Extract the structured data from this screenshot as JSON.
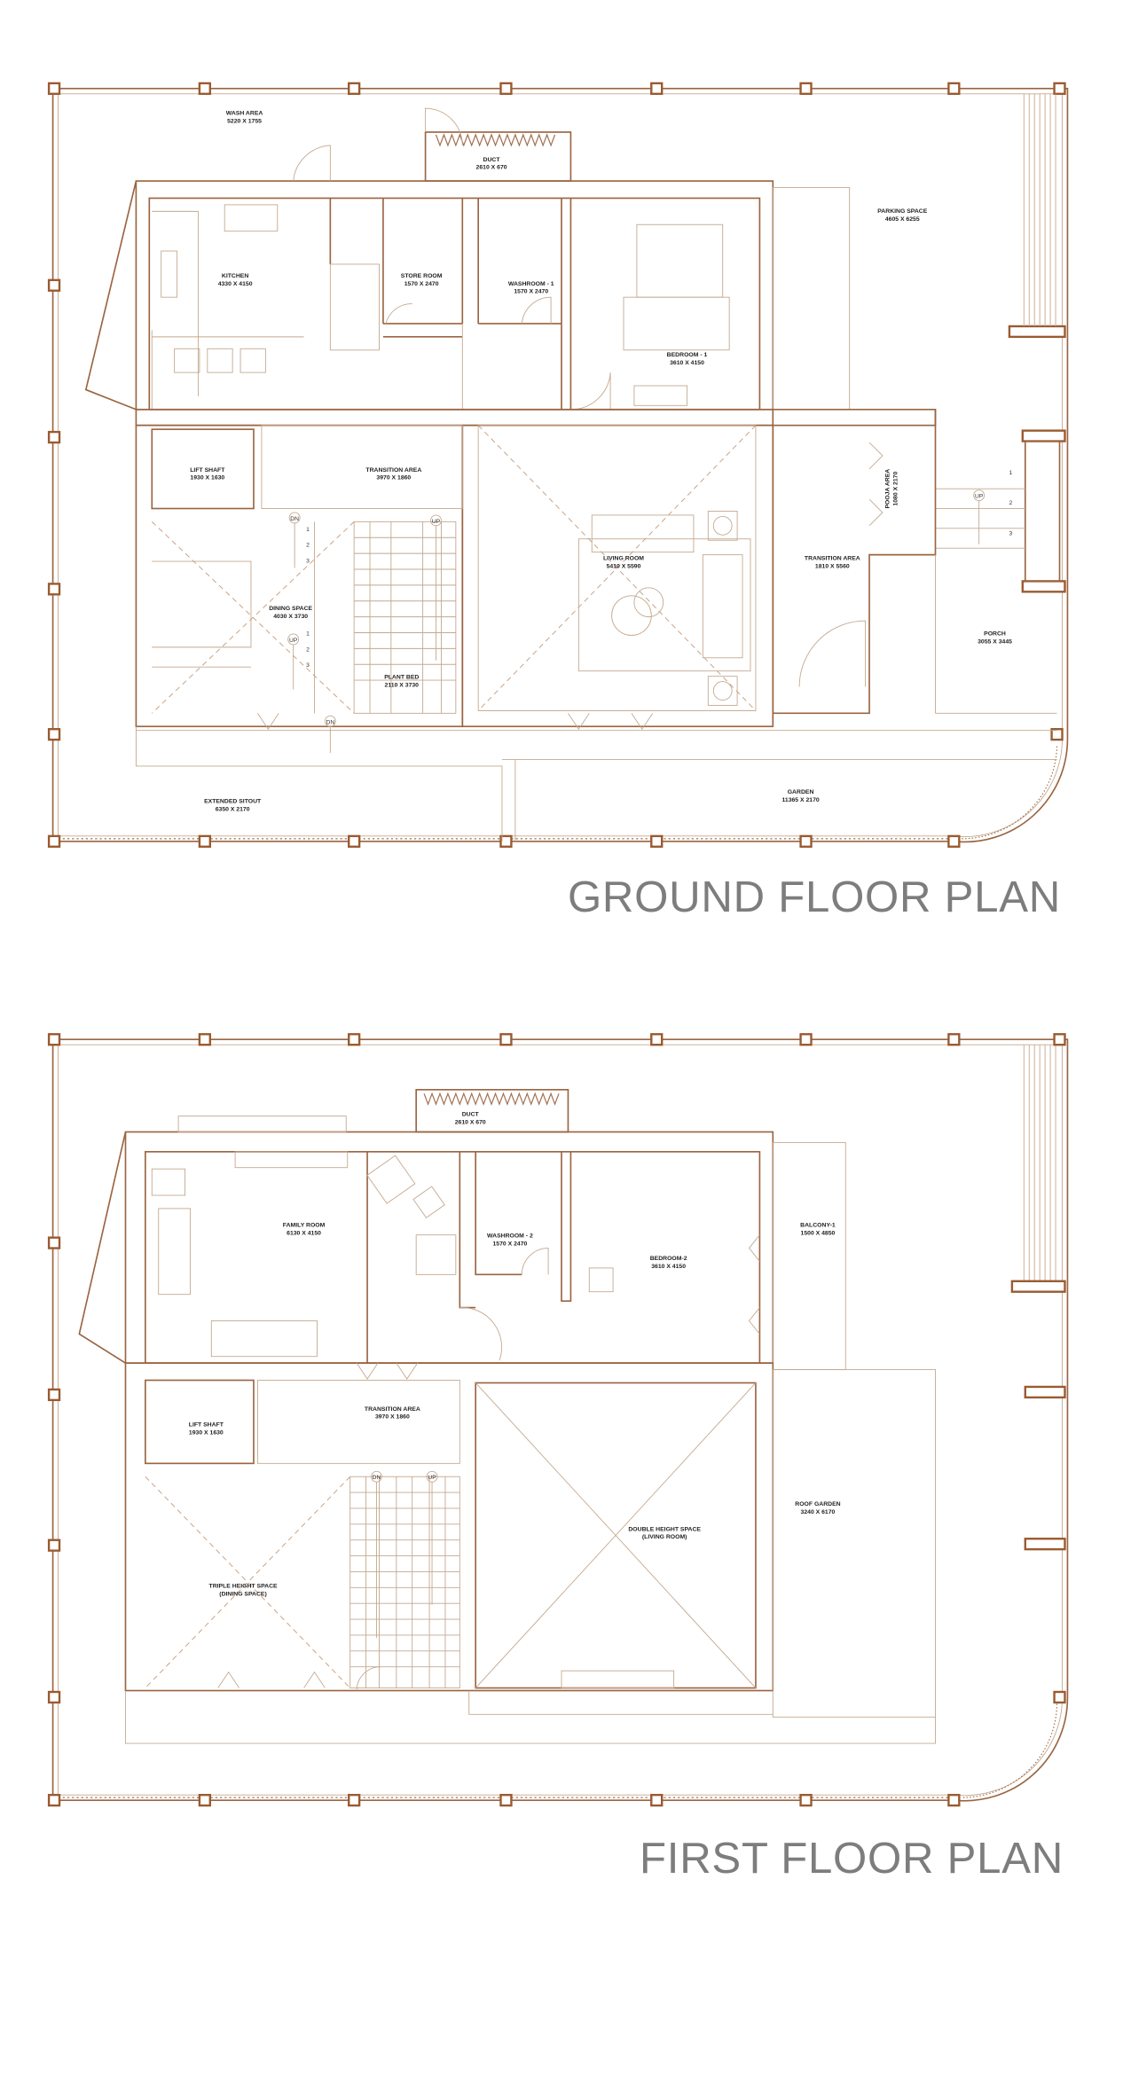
{
  "colors": {
    "wall": "#9a6440",
    "thin_line": "#c4a88f",
    "title": "#7d7d7d",
    "label": "#222222"
  },
  "markers": {
    "up": "UP",
    "dn": "DN",
    "step1": "1",
    "step2": "2",
    "step3": "3"
  },
  "ground_floor": {
    "title": "GROUND FLOOR PLAN",
    "rooms": [
      {
        "name": "WASH AREA",
        "dims": "5220 X 1755"
      },
      {
        "name": "DUCT",
        "dims": "2610 X 670"
      },
      {
        "name": "KITCHEN",
        "dims": "4330 X 4150"
      },
      {
        "name": "STORE ROOM",
        "dims": "1570 X 2470"
      },
      {
        "name": "WASHROOM - 1",
        "dims": "1570 X 2470"
      },
      {
        "name": "BEDROOM - 1",
        "dims": "3610 X 4150"
      },
      {
        "name": "PARKING SPACE",
        "dims": "4605 X 6255"
      },
      {
        "name": "LIFT SHAFT",
        "dims": "1930 X 1630"
      },
      {
        "name": "TRANSITION AREA",
        "dims": "3970 X 1860"
      },
      {
        "name": "LIVING ROOM",
        "dims": "5410 X 5590"
      },
      {
        "name": "POOJA AREA",
        "dims": "1080 X 2170"
      },
      {
        "name": "TRANSITION AREA",
        "dims": "1810 X 5560"
      },
      {
        "name": "DINING SPACE",
        "dims": "4030 X 3730"
      },
      {
        "name": "PLANT BED",
        "dims": "2110 X 3730"
      },
      {
        "name": "PORCH",
        "dims": "3055 X 3445"
      },
      {
        "name": "EXTENDED SITOUT",
        "dims": "6350 X 2170"
      },
      {
        "name": "GARDEN",
        "dims": "11365 X 2170"
      }
    ]
  },
  "first_floor": {
    "title": "FIRST FLOOR PLAN",
    "rooms": [
      {
        "name": "DUCT",
        "dims": "2610 X 670"
      },
      {
        "name": "FAMILY ROOM",
        "dims": "6130 X 4150"
      },
      {
        "name": "WASHROOM - 2",
        "dims": "1570 X 2470"
      },
      {
        "name": "BEDROOM-2",
        "dims": "3610 X 4150"
      },
      {
        "name": "BALCONY-1",
        "dims": "1500 X 4850"
      },
      {
        "name": "LIFT SHAFT",
        "dims": "1930 X 1630"
      },
      {
        "name": "TRANSITION AREA",
        "dims": "3970 X 1860"
      },
      {
        "name": "ROOF GARDEN",
        "dims": "3240 X 6170"
      },
      {
        "name": "DOUBLE HEIGHT SPACE",
        "dims": "(LIVING ROOM)"
      },
      {
        "name": "TRIPLE HEIGHT SPACE",
        "dims": "(DINING SPACE)"
      }
    ]
  }
}
